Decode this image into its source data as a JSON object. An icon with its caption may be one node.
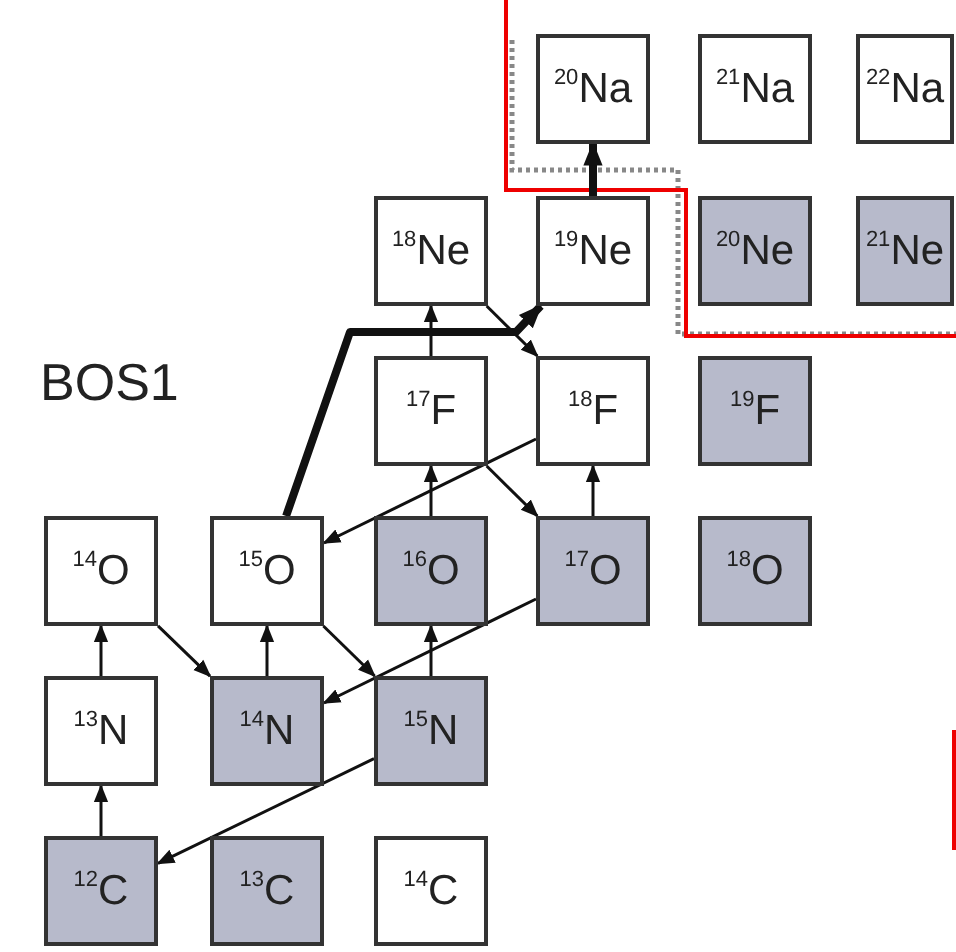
{
  "diagram": {
    "nodes": [
      {
        "text": [
          "$^{20}$Na"
        ]
      },
      {
        "text": [
          "$^{21}$Na"
        ]
      },
      {
        "text": [
          "$^{22}$Na"
        ]
      },
      {
        "text": [
          "$^{18}$Ne"
        ]
      },
      {
        "text": [
          "$^{19}$Ne"
        ]
      },
      {
        "text": [
          "$^{20}$Ne"
        ]
      },
      {
        "text": [
          "$^{21}$Ne"
        ]
      },
      {
        "text": [
          "$^{17}$F"
        ]
      },
      {
        "text": [
          "$^{18}$F"
        ]
      },
      {
        "text": [
          "$^{19}$F"
        ]
      },
      {
        "text": [
          "$^{14}$O"
        ]
      },
      {
        "text": [
          "$^{15}$O"
        ]
      },
      {
        "text": [
          "$^{16}$O"
        ]
      },
      {
        "text": [
          "$^{17}$O"
        ]
      },
      {
        "text": [
          "$^{18}$O"
        ]
      },
      {
        "text": [
          "$^{13}$N"
        ]
      },
      {
        "text": [
          "$^{14}$N"
        ]
      },
      {
        "text": [
          "$^{15}$N"
        ]
      },
      {
        "text": [
          "$^{12}$C"
        ]
      },
      {
        "text": [
          "$^{13}$C"
        ]
      },
      {
        "text": [
          "$^{14}$C"
        ]
      }
    ],
    "edges": [
      {
        "from": 18,
        "to": 15,
        "arrow": "to"
      },
      {
        "from": 15,
        "to": 10,
        "arrow": "to"
      },
      {
        "from": 10,
        "to": 16,
        "arrow": "to"
      },
      {
        "from": 16,
        "to": 11,
        "arrow": "to"
      },
      {
        "from": 11,
        "to": 17,
        "arrow": "to"
      },
      {
        "from": 17,
        "to": 18,
        "arrow": "to"
      },
      {
        "from": 17,
        "to": 12,
        "arrow": "to"
      },
      {
        "from": 12,
        "to": 7,
        "arrow": "to"
      },
      {
        "from": 7,
        "to": 13,
        "arrow": "to"
      },
      {
        "from": 13,
        "to": 16,
        "arrow": "to"
      },
      {
        "from": 13,
        "to": 8,
        "arrow": "to"
      },
      {
        "from": 8,
        "to": 11,
        "arrow": "to"
      },
      {
        "from": 7,
        "to": 3,
        "arrow": "to"
      },
      {
        "from": 3,
        "to": 8,
        "arrow": "to"
      },
      {
        "from": 11,
        "to": 4,
        "arrow": "to",
        "style": "thick"
      },
      {
        "from": 4,
        "to": 0,
        "arrow": "to",
        "style": "thick"
      }
    ],
    "labels": [
      "BOS1"
    ]
  }
}
